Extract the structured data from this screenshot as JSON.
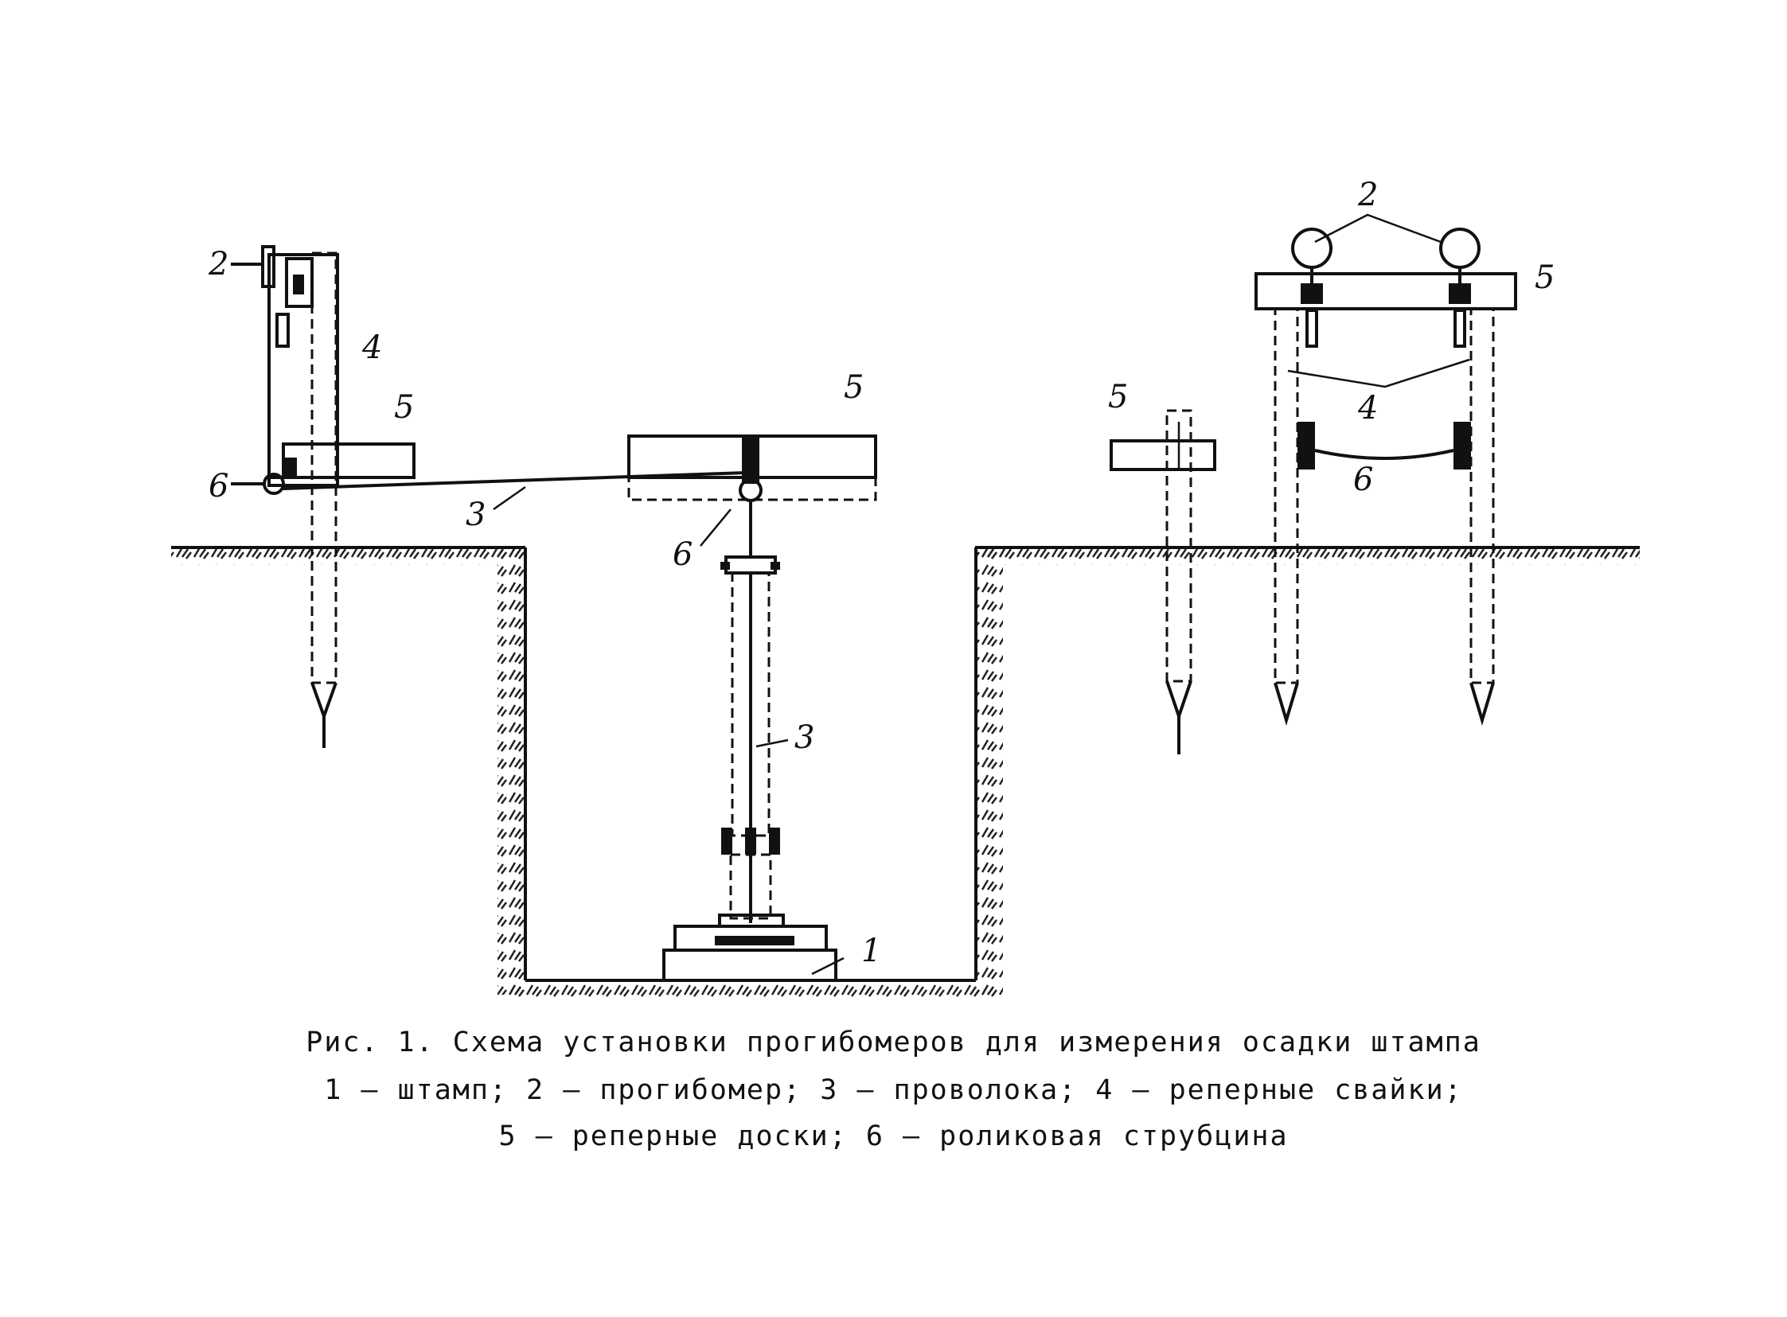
{
  "labels": {
    "l_2_left": "2",
    "l_4_left": "4",
    "l_5_left": "5",
    "l_6_left": "6",
    "l_3_wire": "3",
    "l_5_center": "5",
    "l_6_center": "6",
    "l_3_center": "3",
    "l_1_stamp": "1",
    "l_5_right": "5",
    "l_2_right": "2",
    "l_5_frame": "5",
    "l_4_right": "4",
    "l_6_right": "6"
  },
  "caption": {
    "line1": "Рис. 1. Схема установки прогибомеров для измерения осадки штампа",
    "line2": "1 – штамп; 2 – прогибомер; 3 – проволока; 4 – реперные свайки;",
    "line3": "5 – реперные доски; 6 – роликовая струбцина"
  }
}
